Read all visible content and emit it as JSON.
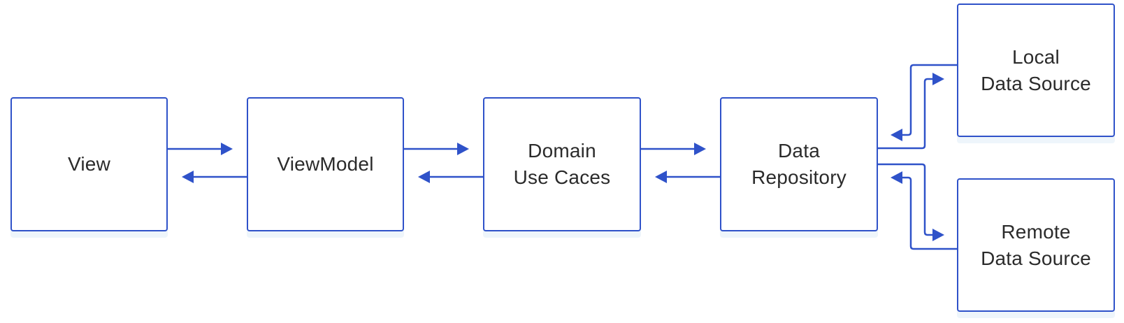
{
  "diagram": {
    "nodes": [
      {
        "id": "view",
        "lines": [
          "View"
        ]
      },
      {
        "id": "viewmodel",
        "lines": [
          "ViewModel"
        ]
      },
      {
        "id": "domain",
        "lines": [
          "Domain",
          "Use Caces"
        ]
      },
      {
        "id": "repo",
        "lines": [
          "Data",
          "Repository"
        ]
      },
      {
        "id": "local",
        "lines": [
          "Local",
          "Data Source"
        ]
      },
      {
        "id": "remote",
        "lines": [
          "Remote",
          "Data Source"
        ]
      }
    ],
    "edges": [
      {
        "from": "view",
        "to": "viewmodel"
      },
      {
        "from": "viewmodel",
        "to": "view"
      },
      {
        "from": "viewmodel",
        "to": "domain"
      },
      {
        "from": "domain",
        "to": "viewmodel"
      },
      {
        "from": "domain",
        "to": "repo"
      },
      {
        "from": "repo",
        "to": "domain"
      },
      {
        "from": "repo",
        "to": "local"
      },
      {
        "from": "local",
        "to": "repo"
      },
      {
        "from": "repo",
        "to": "remote"
      },
      {
        "from": "remote",
        "to": "repo"
      }
    ],
    "colors": {
      "stroke": "#2f52c9",
      "text": "#2b2b2b",
      "shadow": "#eef5fb"
    }
  }
}
